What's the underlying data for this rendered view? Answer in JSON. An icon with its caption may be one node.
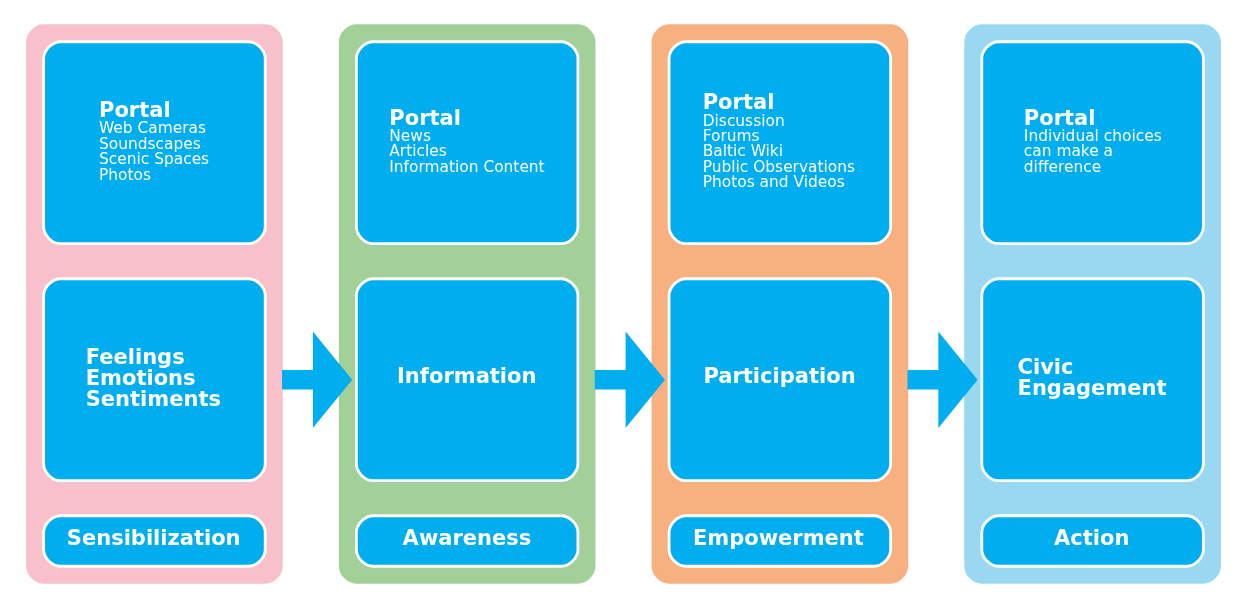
{
  "diagram": {
    "nodes": [
      {
        "text": [],
        "shape": "box"
      },
      {
        "text": [
          "Sensibilization"
        ],
        "in": 0
      },
      {
        "text": [
          "Feelings",
          "Emotions",
          "Sentiments"
        ],
        "in": 0
      },
      {
        "text": [
          "Portal",
          "Web Cameras",
          "Soundscapes",
          "Scenic Spaces",
          "Photos"
        ],
        "in": 0
      },
      {
        "text": [],
        "shape": "box"
      },
      {
        "text": [
          "Awareness"
        ],
        "in": 4
      },
      {
        "text": [
          "Information"
        ],
        "in": 4
      },
      {
        "text": [
          "Portal",
          "News",
          "Articles",
          "Information Content"
        ],
        "in": 4
      },
      {
        "text": [],
        "shape": "box"
      },
      {
        "text": [
          "Empowerment"
        ],
        "in": 8
      },
      {
        "text": [
          "Participation"
        ],
        "in": 8
      },
      {
        "text": [
          "Portal",
          "Discussion",
          "Forums",
          "Baltic Wiki",
          "Public Observations",
          "Photos and Videos"
        ],
        "in": 8
      },
      {
        "text": [],
        "shape": "box"
      },
      {
        "text": [
          "Action"
        ],
        "in": 12
      },
      {
        "text": [
          "Civic Engagement"
        ],
        "in": 12
      },
      {
        "text": [
          "Portal",
          "Individual choices can make a difference"
        ],
        "in": 12
      }
    ],
    "edges": [
      {
        "from": 0,
        "to": 4,
        "arrow": "to"
      },
      {
        "from": 4,
        "to": 8,
        "arrow": "to"
      },
      {
        "from": 8,
        "to": 12,
        "arrow": "to"
      }
    ]
  }
}
